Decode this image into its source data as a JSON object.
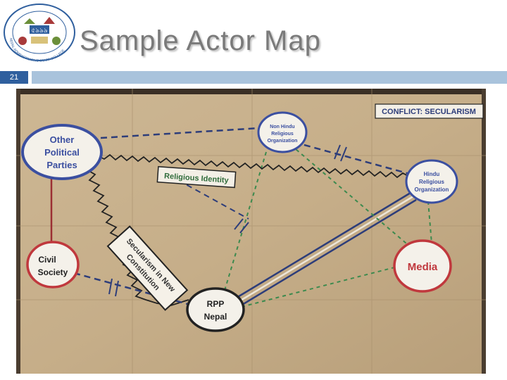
{
  "slide": {
    "title": "Sample Actor Map",
    "number": "21"
  },
  "logo": {
    "center_text": "৫৯৯৯",
    "ring_text": "NEPAL ADMINISTRATIVE STAFF COLLEGE"
  },
  "diagram": {
    "nodes": {
      "other_parties": [
        "Other",
        "Political",
        "Parties"
      ],
      "non_hindu": [
        "Non Hindu",
        "Religious",
        "Organization"
      ],
      "hindu": [
        "Hindu",
        "Religious",
        "Organization"
      ],
      "civil": [
        "Civil",
        "Society"
      ],
      "media": [
        "Media"
      ],
      "rpp": [
        "RPP",
        "Nepal"
      ]
    },
    "labels": {
      "conflict": "CONFLICT: SECULARISM",
      "religious_identity": "Religious Identity",
      "secularism_line1": "Secularism in New",
      "secularism_line2": "Constitution"
    },
    "colors": {
      "paper": "#c9b391",
      "blue_node": "#3b4fa0",
      "red_node": "#c0383d",
      "green_dash": "#3c8a4e",
      "navy_dash": "#2d3d7a"
    }
  }
}
